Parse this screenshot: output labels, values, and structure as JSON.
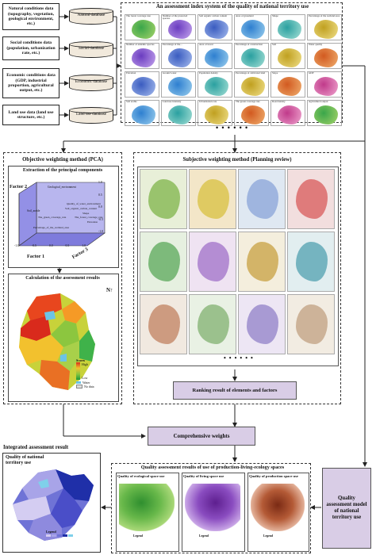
{
  "inputs": [
    {
      "text": "Natural conditions data (topography, vegetation, geological environment, etc.)",
      "db": "Natural database"
    },
    {
      "text": "Social conditions data (population, urbanization rate, etc.)",
      "db": "Social database"
    },
    {
      "text": "Economic conditions data (GDP, industrial proportion, agricultural output, etc.)",
      "db": "Economic database"
    },
    {
      "text": "Land use data (land use structure, etc.)",
      "db": "Land use database"
    }
  ],
  "index_system": {
    "title": "An assessment index system of the quality of national territory use",
    "tiles": [
      "The forest coverage rate",
      "Number of the protected species",
      "Soil organic carbon content",
      "Area of grassland",
      "Shape",
      "Percentage of the wetland area",
      "Number of endemic species",
      "Percentage of the...",
      "Area of forest",
      "Percentage of construction",
      "Soil",
      "Water quality",
      "Elevation",
      "Ground water",
      "Population density",
      "Percentage of cultivated land",
      "Slope",
      "GDP",
      "Soil arable",
      "Land use intensity",
      "Urbanization rate",
      "The green coverage rate",
      "Road density",
      "Agricultural output"
    ],
    "ellipsis": "• • • • • •"
  },
  "pca": {
    "title": "Objective weighting method (PCA)",
    "sub": "Extraction of the principal components",
    "factor1": "Factor 1",
    "factor2": "Factor 2",
    "factor3": "Factor 3",
    "labels": [
      "Geological_environment",
      "Soil_arable",
      "Quality_of_water_environment",
      "Soil_organic_carbon_content",
      "Shape",
      "The_green_coverage_rate",
      "The_forest_coverage_rate",
      "Elevation",
      "Percentage_of_the_wetland_area"
    ],
    "ticks_x": [
      "-1.0",
      "-0.5",
      "0.0",
      "0.5",
      "1.0"
    ],
    "ticks_y": [
      "1.0",
      "0.5",
      "0.0",
      "-0.5",
      "-1.0"
    ],
    "calc_title": "Calculation of the assessment results",
    "legend_title": "Scores",
    "legend_high": "High",
    "legend_low": "Low",
    "legend_water": "Water",
    "legend_nodata": "No data"
  },
  "planning": {
    "title": "Subjective weighting method (Planning review)",
    "ellipsis": "• • • • • •",
    "ranking": "Ranking result of elements and factors"
  },
  "comprehensive": "Comprehensive weights",
  "integrated": {
    "title": "Integrated assessment result",
    "map_title": "Quality of national territory use",
    "legend": "Legend"
  },
  "ple": {
    "title": "Quality assessment results of use of production-living-ecology spaces",
    "maps": [
      "Quality of ecological space use",
      "Quality of living space use",
      "Quality of production space use"
    ],
    "legend": "Legend"
  },
  "model": "Quality assessment model of national territory use",
  "colors": {
    "purple": "#d9cde6",
    "blue_dark": "#1f2fa8",
    "db_fill": "#f1e9dc"
  }
}
